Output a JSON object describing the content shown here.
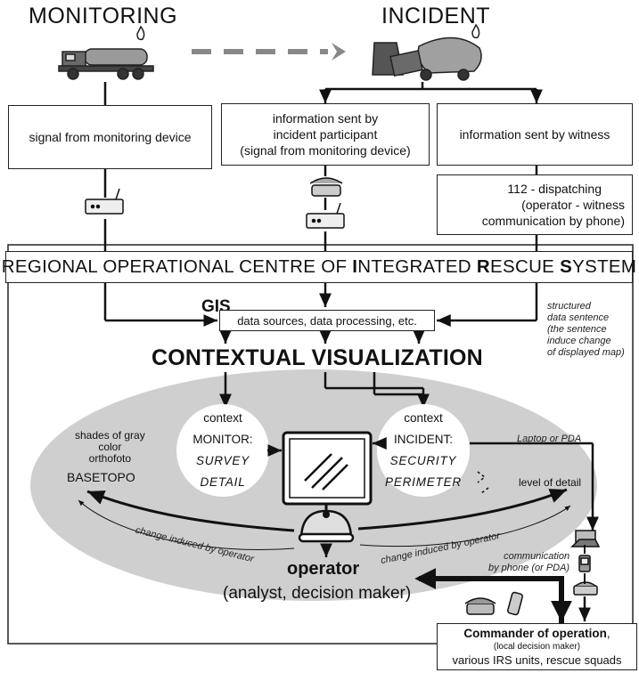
{
  "headers": {
    "monitoring": "MONITORING",
    "incident": "INCIDENT"
  },
  "sources": {
    "monitor_device": "signal from monitoring device",
    "participant_line1": "information sent  by",
    "participant_line2": "incident participant",
    "participant_line3": "(signal from monitoring device)",
    "witness": "information sent  by witness"
  },
  "dispatching": {
    "line1": "112 - dispatching",
    "line2": "(operator - witness",
    "line3": "communication by phone)"
  },
  "centre": {
    "p1": "REGIONAL OPERATIONAL CENTRE OF ",
    "b1": "I",
    "p2": "NTEGRATED ",
    "b2": "R",
    "p3": "ESCUE ",
    "b3": "S",
    "p4": "YSTEM"
  },
  "gis": {
    "title": "GIS",
    "sources": "data sources, data processing, etc."
  },
  "structured_note": [
    "structured",
    "data sentence",
    "(the sentence",
    "induce change",
    "of displayed map)"
  ],
  "visualization_title": "CONTEXTUAL VISUALIZATION",
  "context_monitor": {
    "l1": "context",
    "l2": "MONITOR:",
    "l3": "SURVEY",
    "l4": "DETAIL"
  },
  "context_incident": {
    "l1": "context",
    "l2": "INCIDENT:",
    "l3": "SECURITY",
    "l4": "PERIMETER"
  },
  "basemap": {
    "l1": "shades of gray",
    "l2": "color",
    "l3": "orthofoto",
    "l4": "BASETOPO"
  },
  "level_of_detail": "level of detail",
  "laptop_pda": "Laptop or PDA",
  "change_left": "change induced by operator",
  "change_right": "change induced by operator",
  "operator": {
    "title": "operator",
    "subtitle": "(analyst, decision maker)"
  },
  "communication": {
    "l1": "communication",
    "l2": "by phone (or PDA)"
  },
  "commander": {
    "title": "Commander of operation",
    "comma": ",",
    "local": "(local decision maker)",
    "units": "various IRS units, rescue squads"
  }
}
